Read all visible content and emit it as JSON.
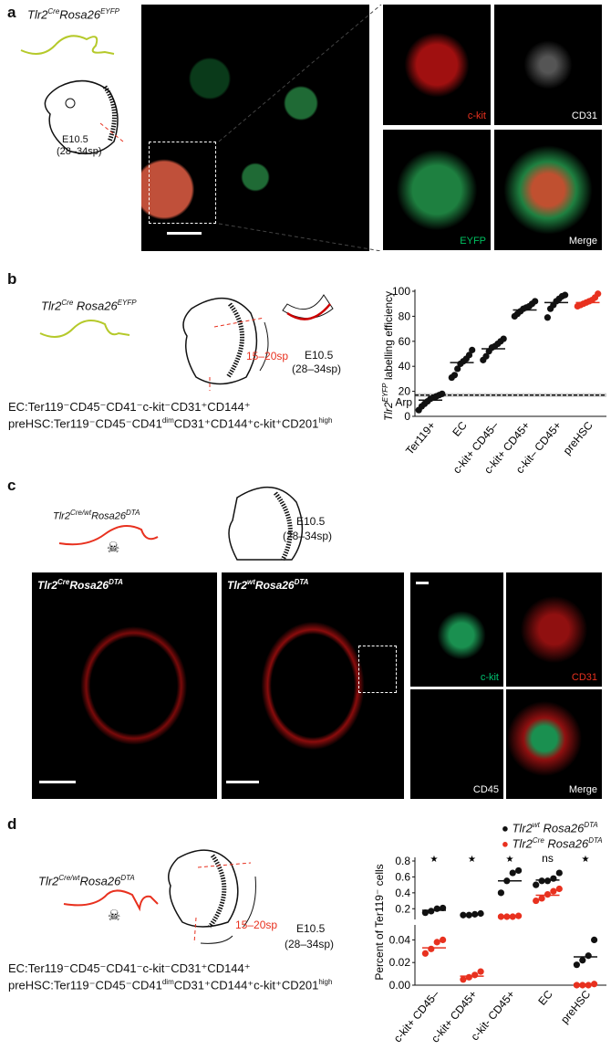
{
  "panels": {
    "a": "a",
    "b": "b",
    "c": "c",
    "d": "d"
  },
  "panel_a": {
    "genotype_base": "Tlr2",
    "genotype_sup": "Cre",
    "genotype_base2": "Rosa26",
    "genotype_sup2": "EYFP",
    "stage": "E10.5",
    "somites": "(28–34sp)",
    "captions": [
      "c-kit",
      "CD31",
      "EYFP",
      "Merge"
    ]
  },
  "panel_b": {
    "genotype_base": "Tlr2",
    "genotype_sup": "Cre",
    "genotype_base2": "Rosa26",
    "genotype_sup2": "EYFP",
    "region": "15–20sp",
    "stage": "E10.5",
    "somites": "(28–34sp)",
    "ec_def": "EC:Ter119⁻CD45⁻CD41⁻c-kit⁻CD31⁺CD144⁺",
    "prehsc_def_a": "preHSC:Ter119⁻CD45⁻CD41",
    "prehsc_sup_a": "dim",
    "prehsc_def_b": "CD31⁺CD144⁺c-kit⁺CD201",
    "prehsc_sup_b": "high"
  },
  "panel_c": {
    "genotype_base": "Tlr2",
    "genotype_sup": "Cre/wt",
    "genotype_base2": "Rosa26",
    "genotype_sup2": "DTA",
    "stage": "E10.5",
    "somites": "(28–34sp)",
    "img1_base": "Tlr2",
    "img1_sup": "Cre",
    "img1_base2": "Rosa26",
    "img1_sup2": "DTA",
    "img2_base": "Tlr2",
    "img2_sup": "wt",
    "img2_base2": "Rosa26",
    "img2_sup2": "DTA",
    "captions": [
      "c-kit",
      "CD31",
      "CD45",
      "Merge"
    ]
  },
  "panel_d": {
    "genotype_base": "Tlr2",
    "genotype_sup": "Cre/wt",
    "genotype_base2": "Rosa26",
    "genotype_sup2": "DTA",
    "region": "15–20sp",
    "stage": "E10.5",
    "somites": "(28–34sp)",
    "ec_def": "EC:Ter119⁻CD45⁻CD41⁻c-kit⁻CD31⁺CD144⁺",
    "prehsc_def_a": "preHSC:Ter119⁻CD45⁻CD41",
    "prehsc_sup_a": "dim",
    "prehsc_def_b": "CD31⁺CD144⁺c-kit⁺CD201",
    "prehsc_sup_b": "high"
  },
  "colors": {
    "eyfp": "#00a651",
    "red": "#e8311f",
    "mouse_yellow": "#b5c92a",
    "black": "#111111"
  },
  "chart_data": [
    {
      "type": "scatter",
      "panel": "b",
      "ylabel_italic": "Tlr2",
      "ylabel_sup": "EYFP",
      "ylabel": "labelling efficiency",
      "ylim": [
        0,
        100
      ],
      "yticks": [
        0,
        20,
        40,
        60,
        80,
        100
      ],
      "reference": {
        "label": "Arp",
        "value": 17,
        "band": [
          15.5,
          18.5
        ]
      },
      "categories": [
        "Ter119+",
        "EC",
        "c-kit+ CD45–",
        "c-kit+ CD45+",
        "c-kit– CD45+",
        "preHSC"
      ],
      "series": [
        {
          "name": "labelling",
          "points": [
            [
              5,
              8,
              10,
              12,
              14,
              15,
              16,
              17,
              18
            ],
            [
              31,
              33,
              38,
              42,
              44,
              46,
              49,
              53
            ],
            [
              45,
              48,
              52,
              55,
              56,
              58,
              60,
              62
            ],
            [
              80,
              82,
              84,
              86,
              87,
              88,
              90,
              92
            ],
            [
              79,
              86,
              89,
              92,
              94,
              96,
              97
            ],
            [
              88,
              89,
              90,
              91,
              92,
              93,
              95,
              98
            ]
          ],
          "means": [
            13,
            43,
            54,
            85,
            91,
            91
          ],
          "colors": [
            "#111111",
            "#111111",
            "#111111",
            "#111111",
            "#111111",
            "#e8311f"
          ]
        }
      ]
    },
    {
      "type": "scatter",
      "panel": "d",
      "ylabel": "Percent of Ter119⁻ cells",
      "broken_axis": true,
      "ylim_upper": [
        0.1,
        0.8
      ],
      "yticks_upper": [
        0.2,
        0.4,
        0.6,
        0.8
      ],
      "ytick_labels_upper": [
        "0.2",
        "0.4",
        "0.6",
        "0.8"
      ],
      "ylim_lower": [
        0,
        0.05
      ],
      "yticks_lower": [
        0,
        0.02,
        0.04
      ],
      "ytick_labels_lower": [
        "0.00",
        "0.02",
        "0.04"
      ],
      "categories": [
        "c-kit+ CD45–",
        "c-kit+ CD45+",
        "c-kit- CD45+",
        "EC",
        "preHSC"
      ],
      "significance": [
        "★",
        "★",
        "★",
        "ns",
        "★"
      ],
      "series": [
        {
          "name_base": "Tlr2",
          "name_sup": "wt",
          "name_base2": "Rosa26",
          "name_sup2": "DTA",
          "color": "#111111",
          "points": [
            [
              0.15,
              0.17,
              0.2,
              0.21
            ],
            [
              0.12,
              0.12,
              0.13,
              0.14
            ],
            [
              0.4,
              0.55,
              0.65,
              0.68
            ],
            [
              0.5,
              0.55,
              0.55,
              0.58,
              0.65
            ],
            [
              0.018,
              0.022,
              0.026,
              0.04
            ]
          ],
          "means": [
            0.18,
            0.13,
            0.55,
            0.56,
            0.025
          ]
        },
        {
          "name_base": "Tlr2",
          "name_sup": "Cre",
          "name_base2": "Rosa26",
          "name_sup2": "DTA",
          "color": "#e8311f",
          "points": [
            [
              0.028,
              0.032,
              0.038,
              0.04
            ],
            [
              0.005,
              0.007,
              0.009,
              0.012
            ],
            [
              0.1,
              0.1,
              0.1,
              0.11
            ],
            [
              0.3,
              0.33,
              0.38,
              0.42,
              0.45
            ],
            [
              0,
              0,
              0,
              0.001
            ]
          ],
          "means": [
            0.033,
            0.008,
            0.11,
            0.37,
            0.001
          ]
        }
      ]
    }
  ]
}
